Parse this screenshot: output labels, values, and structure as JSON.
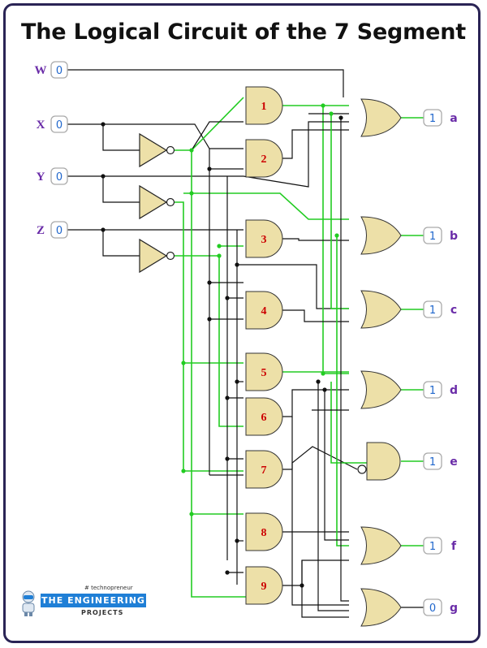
{
  "title": "The Logical Circuit of the 7 Segment",
  "inputs": [
    {
      "name": "W",
      "value": "0"
    },
    {
      "name": "X",
      "value": "0"
    },
    {
      "name": "Y",
      "value": "0"
    },
    {
      "name": "Z",
      "value": "0"
    }
  ],
  "gates": [
    "1",
    "2",
    "3",
    "4",
    "5",
    "6",
    "7",
    "8",
    "9"
  ],
  "outputs": [
    {
      "name": "a",
      "value": "1"
    },
    {
      "name": "b",
      "value": "1"
    },
    {
      "name": "c",
      "value": "1"
    },
    {
      "name": "d",
      "value": "1"
    },
    {
      "name": "e",
      "value": "1"
    },
    {
      "name": "f",
      "value": "1"
    },
    {
      "name": "g",
      "value": "0"
    }
  ],
  "logo": {
    "tagline": "# technopreneur",
    "name": "THE ENGINEERING",
    "sub": "PROJECTS"
  },
  "colors": {
    "wire_on": "#22cc22",
    "wire_off": "#111111",
    "gate_fill": "#ede0a8",
    "gate_number": "#cc0000",
    "label_color": "#6a2ca8",
    "value_color": "#1f66cc",
    "frame": "#2a2455"
  }
}
